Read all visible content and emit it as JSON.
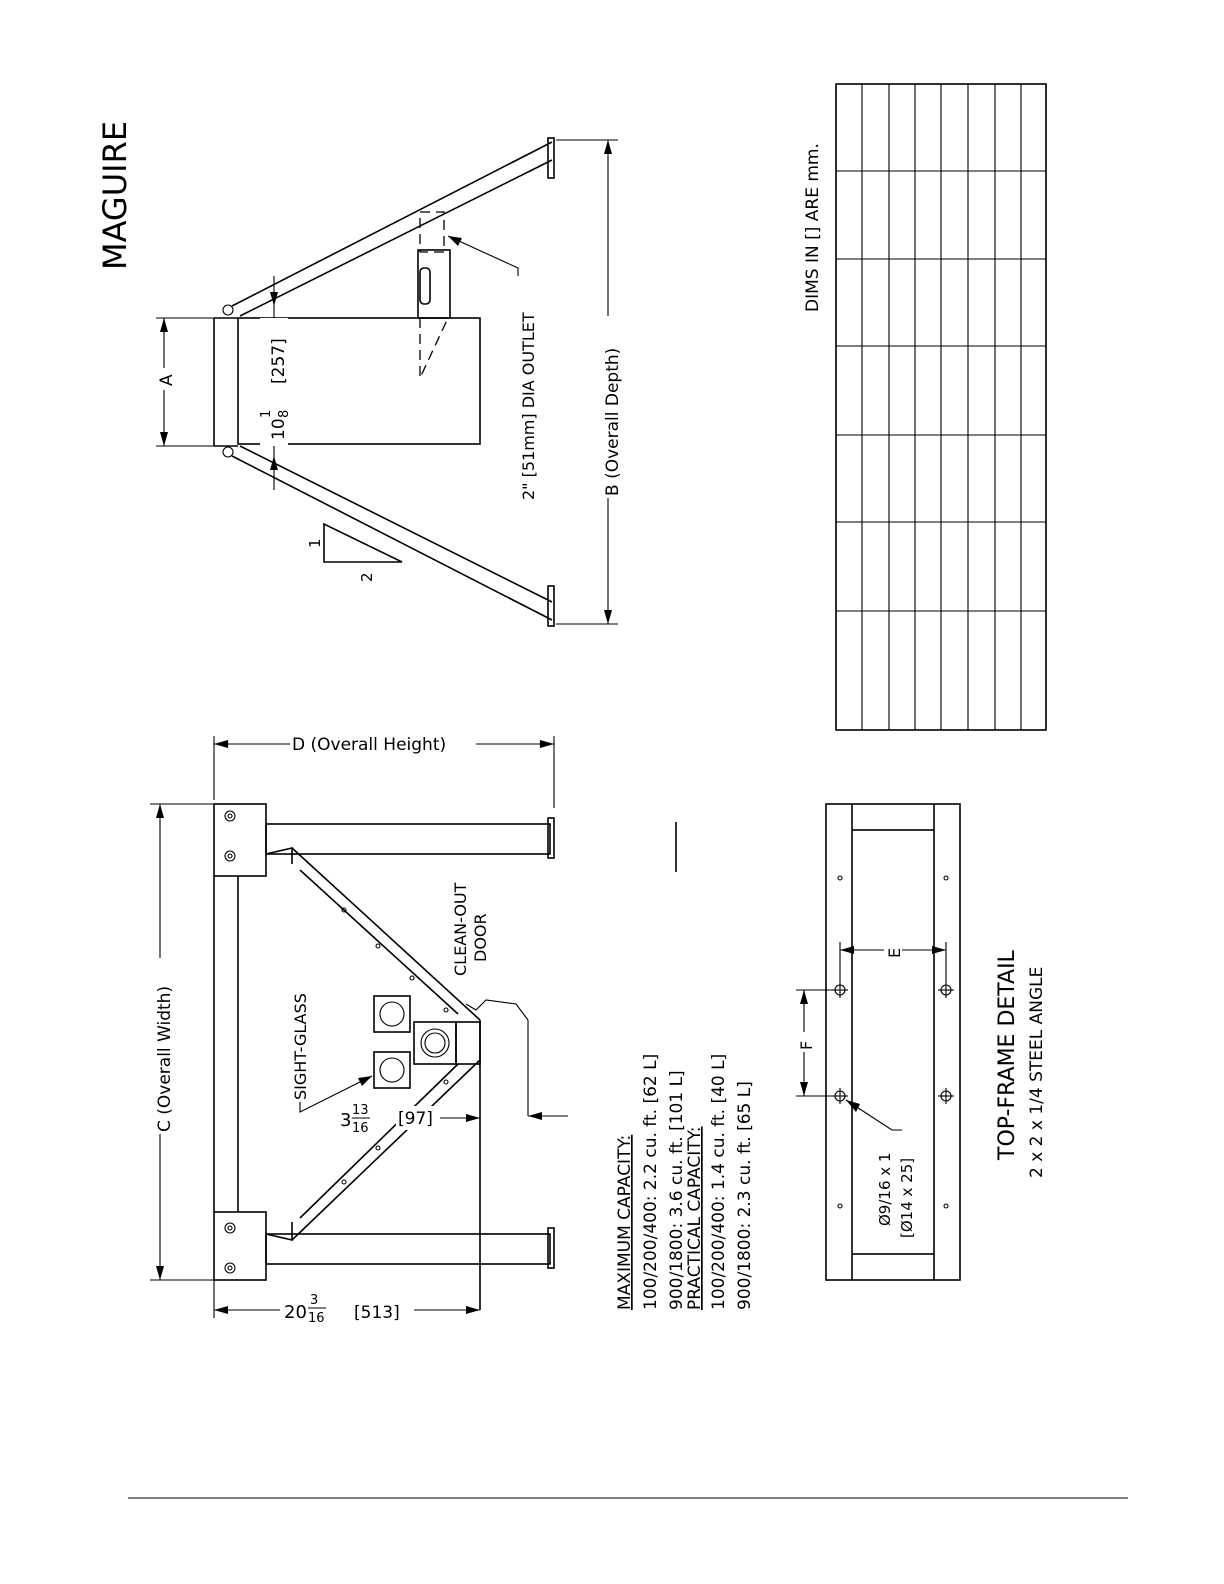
{
  "brand": "MAGUIRE",
  "top_view": {
    "dim_a": "A",
    "dim_b": "B (Overall Depth)",
    "dim_b_clearance": "10",
    "dim_b_clearance_frac_num": "1",
    "dim_b_clearance_frac_den": "8",
    "dim_b_clearance_mm": "[257]",
    "outlet": "2\" [51mm] DIA OUTLET",
    "slope_rise": "1",
    "slope_run": "2"
  },
  "front_view": {
    "dim_c": "C (Overall Width)",
    "dim_d": "D (Overall Height)",
    "bottom_whole": "20",
    "bottom_num": "3",
    "bottom_den": "16",
    "bottom_mm": "[513]",
    "sight_glass": "SIGHT-GLASS",
    "sight_whole": "3",
    "sight_num": "13",
    "sight_den": "16",
    "sight_mm": "[97]",
    "cleanout_line1": "CLEAN-OUT",
    "cleanout_line2": "DOOR"
  },
  "capacity": {
    "max_title": "MAXIMUM CAPACITY:",
    "max_1": "100/200/400: 2.2 cu. ft. [62 L]",
    "max_2": "900/1800: 3.6 cu. ft. [101 L]",
    "prac_title": "PRACTICAL CAPACITY:",
    "prac_1": "100/200/400: 1.4 cu. ft. [40 L]",
    "prac_2": "900/1800: 2.3 cu. ft. [65 L]"
  },
  "table_note": "DIMS IN [] ARE mm.",
  "top_frame": {
    "title": "TOP-FRAME DETAIL",
    "subtitle": "2 x 2 x 1/4 STEEL ANGLE",
    "dim_e": "E",
    "dim_f": "F",
    "hole_1": "Ø9/16 x 1",
    "hole_2": "[Ø14 x 25]"
  }
}
